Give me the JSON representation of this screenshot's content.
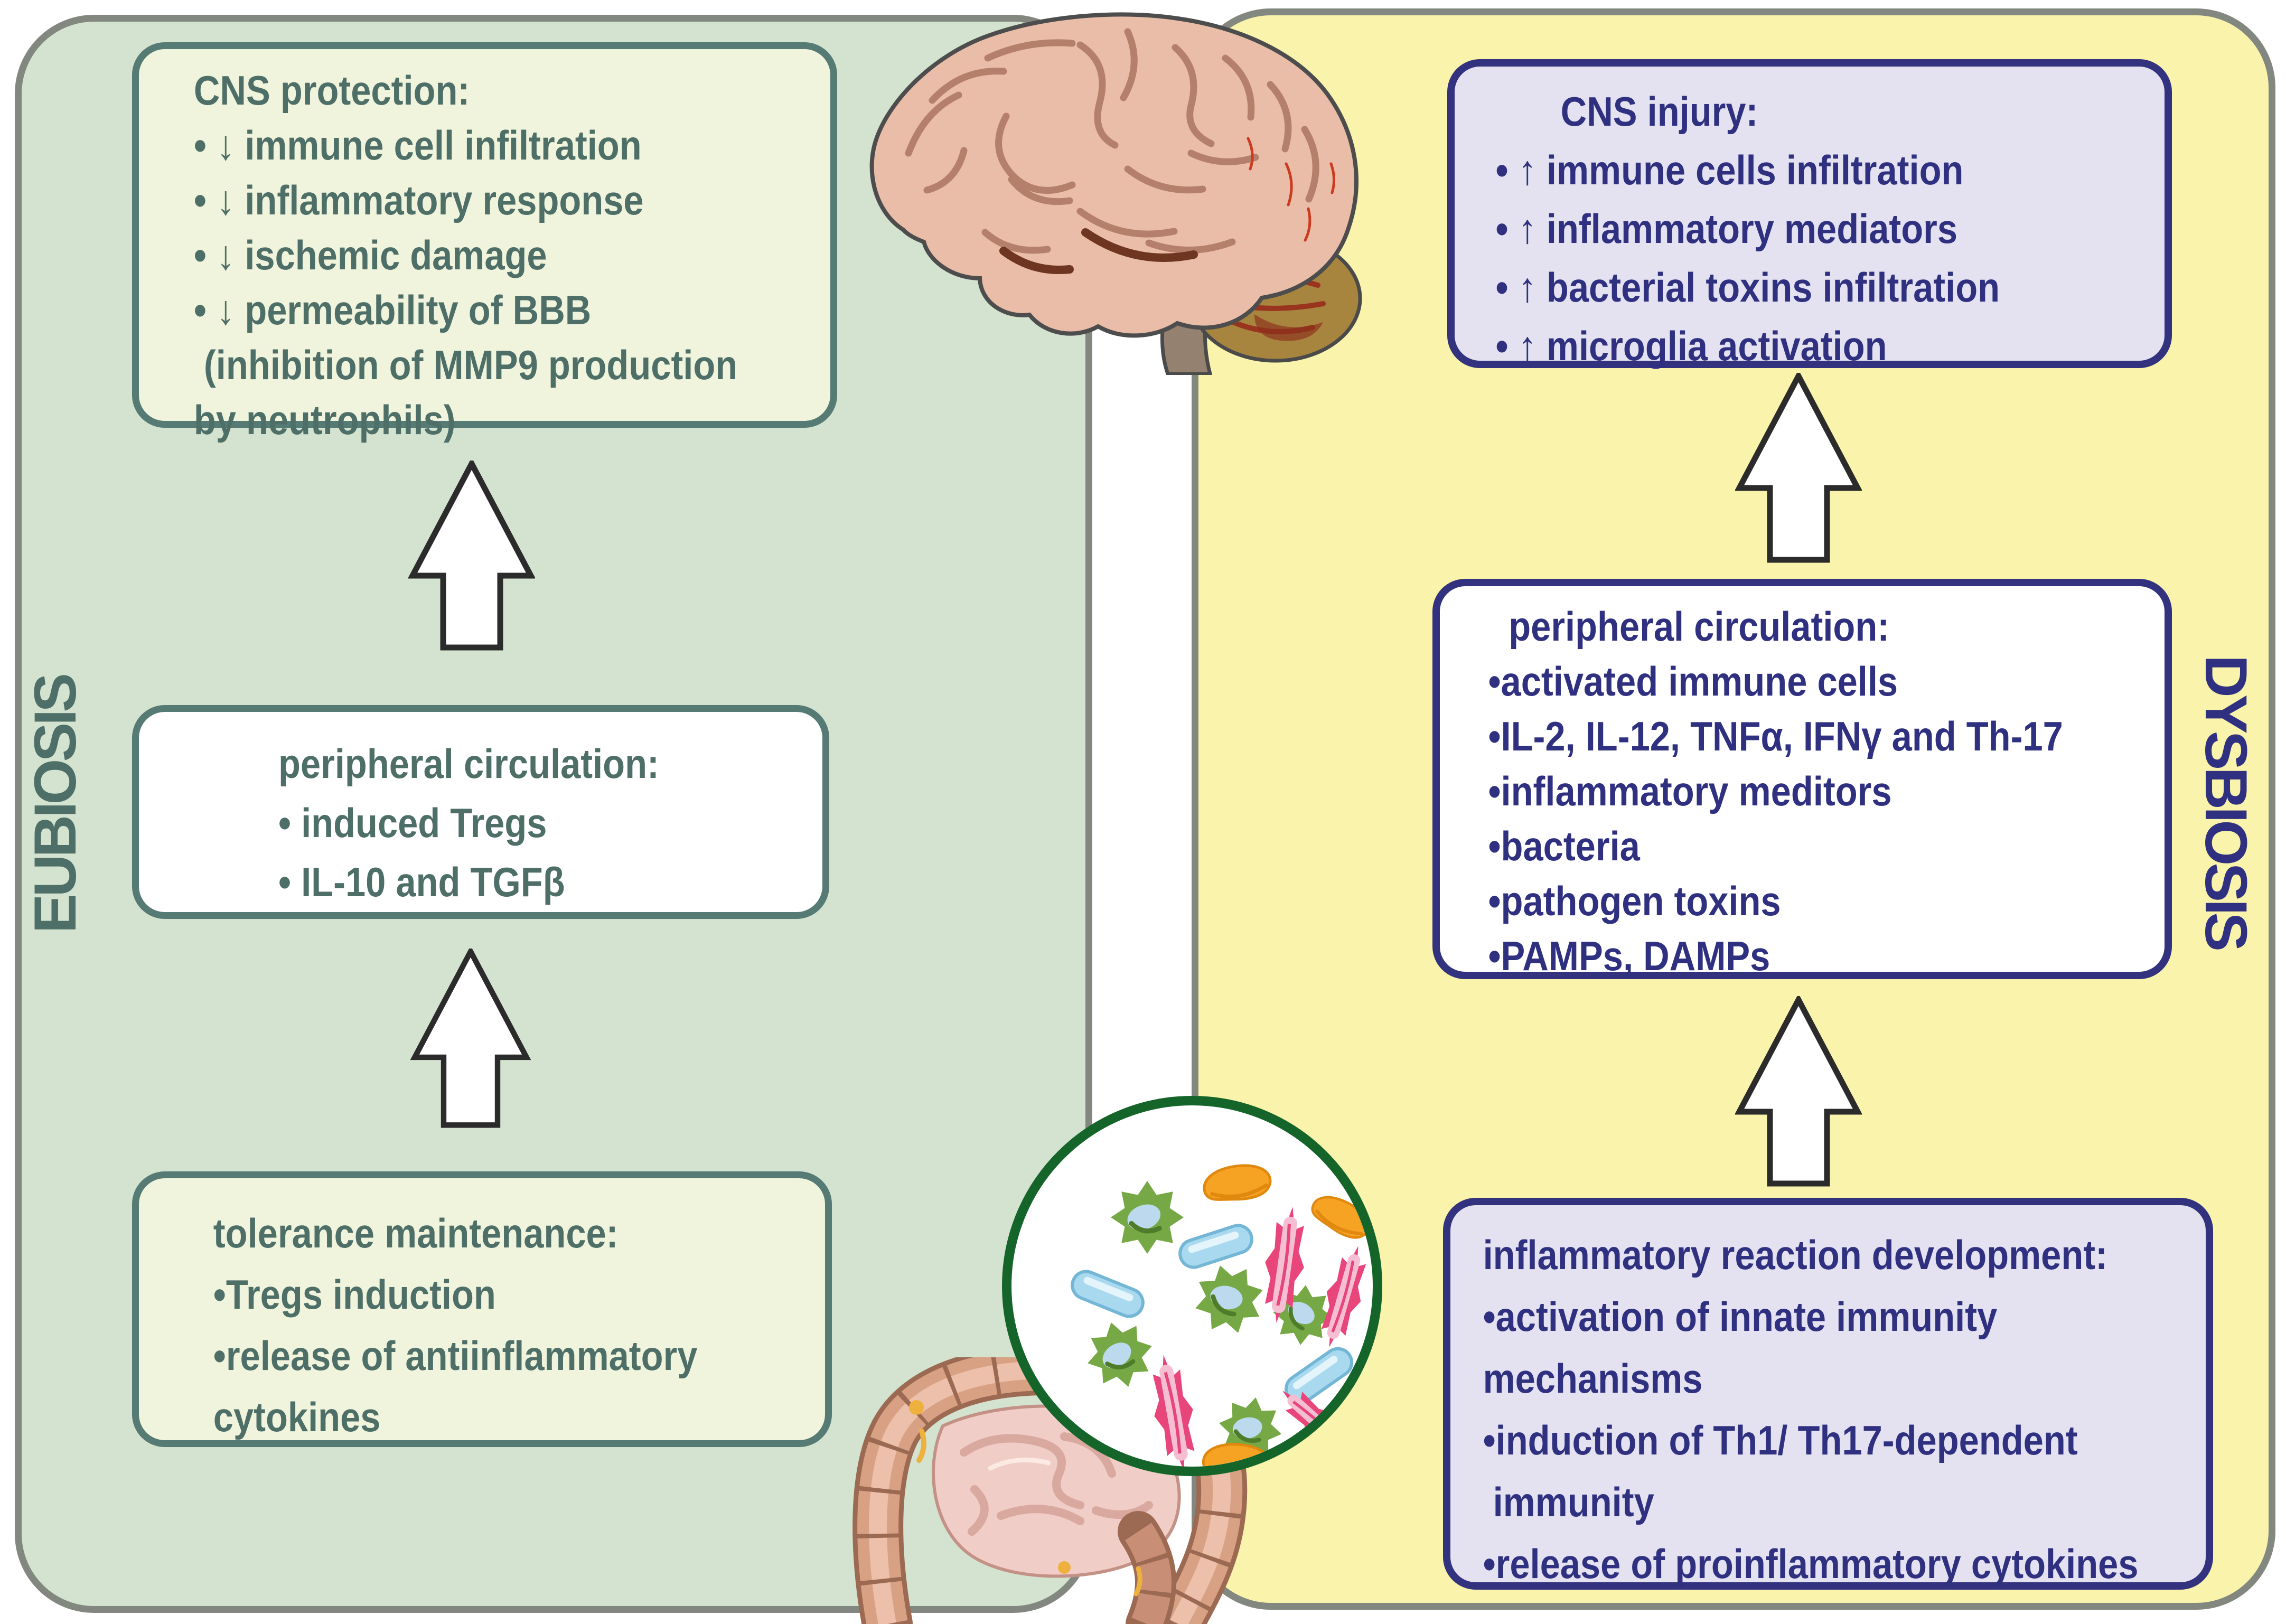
{
  "left_panel": {
    "side_label": "EUBIOSIS",
    "boxes": {
      "cns_protection": {
        "title": "CNS protection:",
        "lines": [
          "• ↓ immune cell infiltration",
          "• ↓ inflammatory response",
          "• ↓ ischemic damage",
          "• ↓ permeability of BBB",
          " (inhibition of MMP9 production",
          "by neutrophils)"
        ]
      },
      "peripheral_circulation": {
        "title": "peripheral circulation:",
        "lines": [
          "• induced Tregs",
          "• IL-10 and TGFβ"
        ]
      },
      "tolerance_maintenance": {
        "title": "tolerance maintenance:",
        "lines": [
          "•Tregs induction",
          "•release of antiinflammatory",
          "cytokines"
        ]
      }
    }
  },
  "right_panel": {
    "side_label": "DYSBIOSIS",
    "boxes": {
      "cns_injury": {
        "title": "CNS injury:",
        "lines": [
          "• ↑ immune cells infiltration",
          "• ↑ inflammatory mediators",
          "• ↑ bacterial toxins infiltration",
          "• ↑ microglia activation"
        ]
      },
      "peripheral_circulation": {
        "title": "peripheral circulation:",
        "lines": [
          "•activated immune cells",
          "•IL-2, IL-12, TNFα, IFNγ and Th-17",
          "•inflammatory meditors",
          "•bacteria",
          "•pathogen toxins",
          "•PAMPs, DAMPs"
        ]
      },
      "inflammatory_reaction": {
        "title": "inflammatory reaction development:",
        "lines": [
          "•activation of innate immunity",
          "mechanisms",
          "•induction of Th1/ Th17-dependent",
          " immunity",
          "•release of proinflammatory cytokines"
        ]
      }
    }
  },
  "illustrations": [
    "brain-illustration",
    "gut-illustration",
    "microbiota-circle-illustration"
  ],
  "colors": {
    "eubiosis_panel_bg": "#d3e3d0",
    "eubiosis_box_bg": "#f0f4dc",
    "eubiosis_box_border": "#567a74",
    "eubiosis_text": "#4e6e68",
    "dysbiosis_panel_bg": "#faf3ab",
    "dysbiosis_box_bg": "#e4e2f0",
    "dysbiosis_box_border": "#32327e",
    "dysbiosis_text": "#2f3180",
    "panel_border": "#82887f",
    "arrow_fill": "#ffffff",
    "arrow_outline": "#2b2b2b",
    "microbe_circle_border": "#15652a"
  }
}
